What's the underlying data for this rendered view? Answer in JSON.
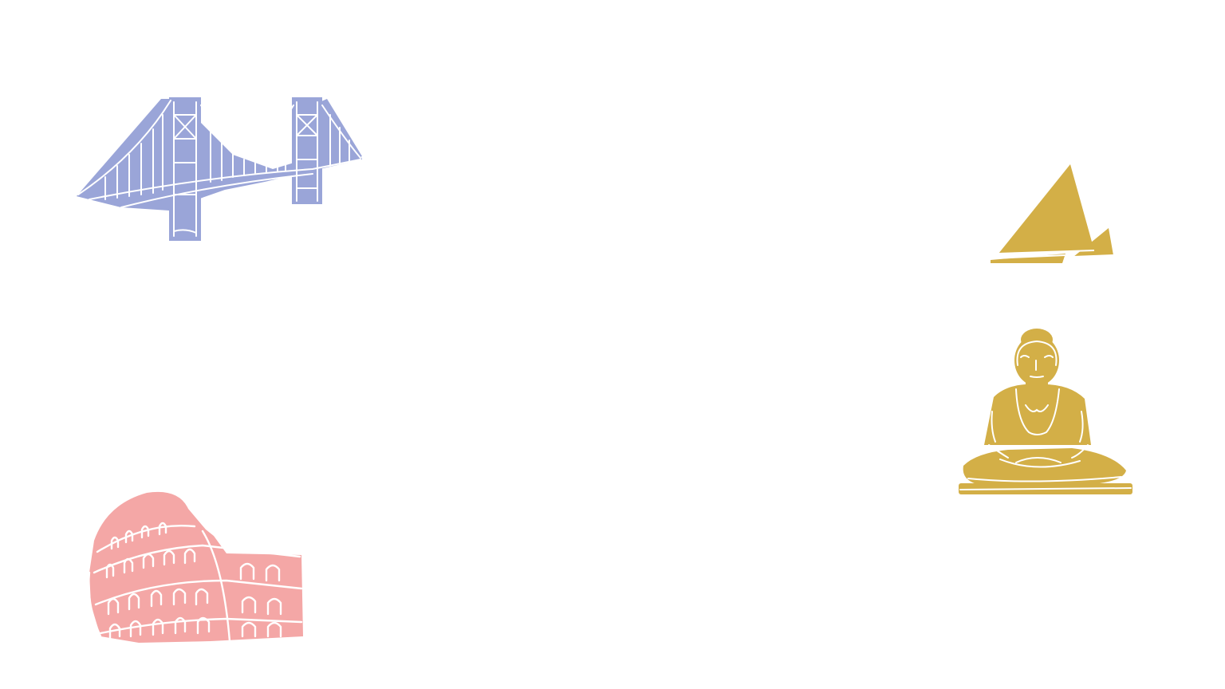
{
  "slide": {
    "background_color": "#ffffff"
  },
  "decorations": [
    {
      "name": "golden-gate-bridge-illustration",
      "color": "#9aa5d8"
    },
    {
      "name": "pyramids-illustration",
      "color": "#d3af47"
    },
    {
      "name": "buddha-statue-illustration",
      "color": "#d3af47"
    },
    {
      "name": "colosseum-illustration",
      "color": "#f4a7a6"
    }
  ]
}
